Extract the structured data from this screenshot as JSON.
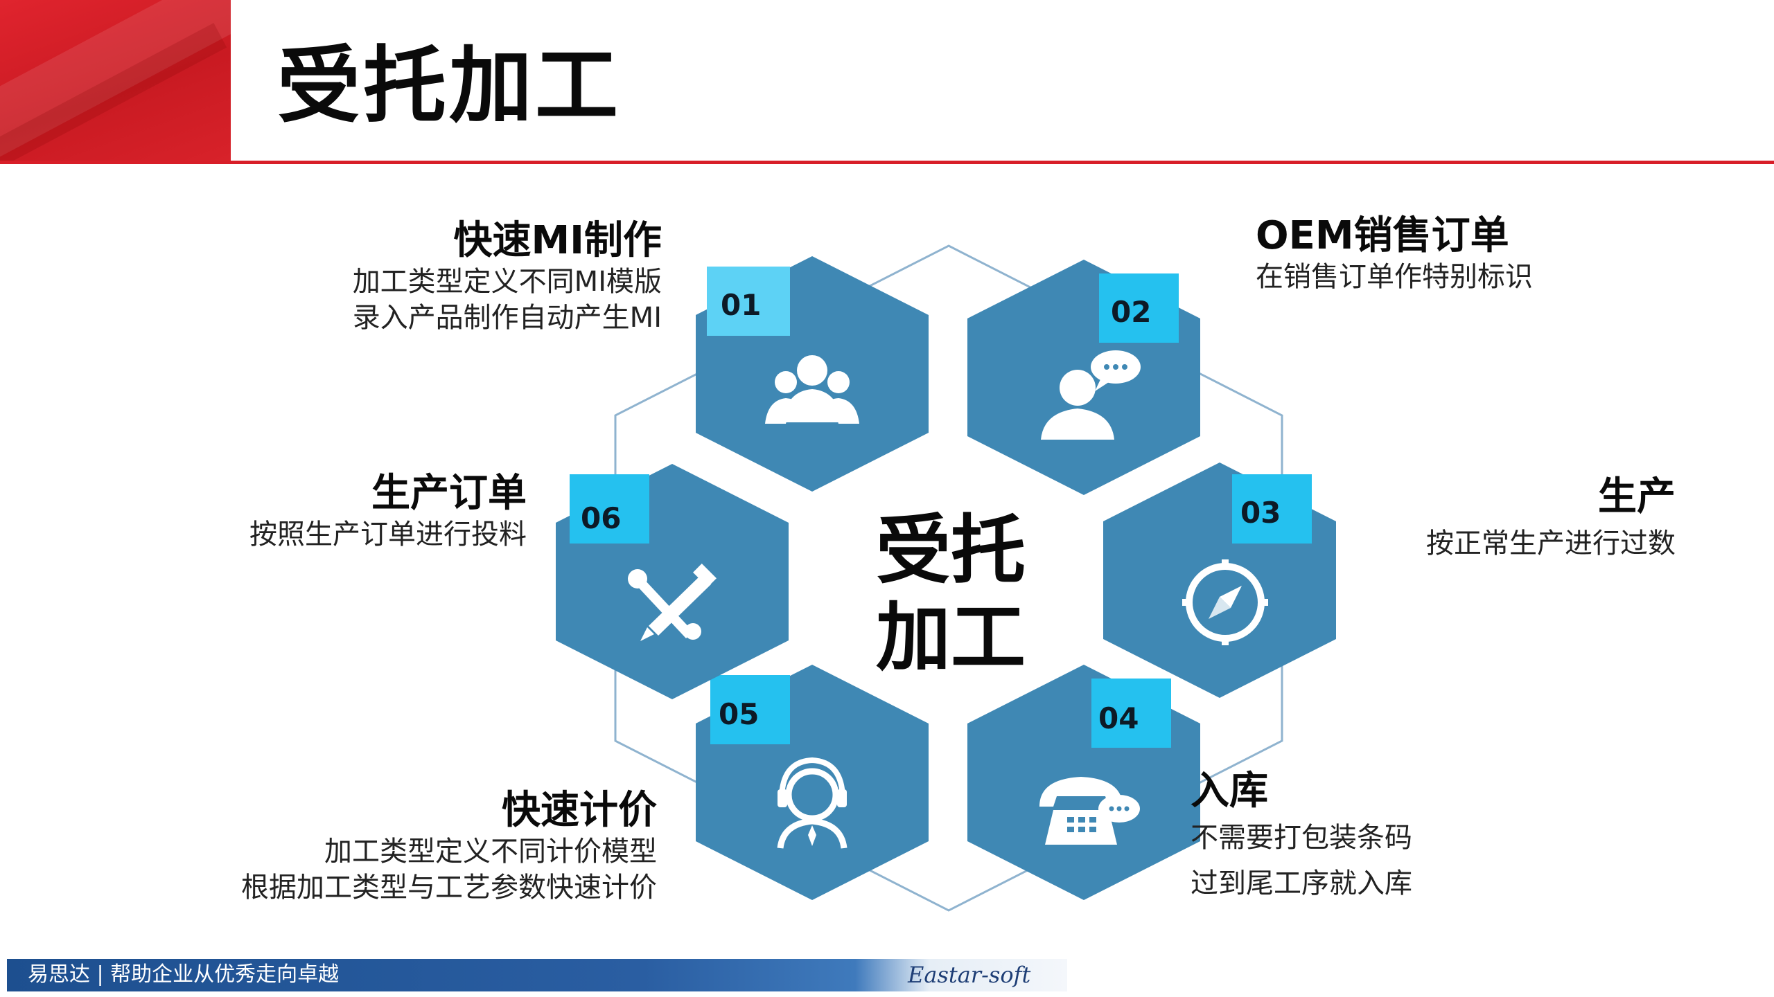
{
  "page": {
    "title": "受托加工",
    "center_label": [
      "受托",
      "加工"
    ]
  },
  "colors": {
    "header_red": "#d81e28",
    "hex_fill": "#3f88b4",
    "tab_fill": "#25c1ef",
    "outline": "#8fb3cf"
  },
  "hexagons": [
    {
      "number": "01",
      "icon": "team-icon"
    },
    {
      "number": "02",
      "icon": "customer-chat-icon"
    },
    {
      "number": "03",
      "icon": "compass-icon"
    },
    {
      "number": "04",
      "icon": "telephone-icon"
    },
    {
      "number": "05",
      "icon": "headset-agent-icon"
    },
    {
      "number": "06",
      "icon": "tools-icon"
    }
  ],
  "features": {
    "mi": {
      "title": "快速MI制作",
      "lines": [
        "加工类型定义不同MI模版",
        "录入产品制作自动产生MI"
      ]
    },
    "oem": {
      "title": "OEM销售订单",
      "lines": [
        "在销售订单作特别标识"
      ]
    },
    "prod": {
      "title": "生产",
      "lines": [
        "按正常生产进行过数"
      ]
    },
    "stock": {
      "title": "入库",
      "lines": [
        "不需要打包装条码",
        "过到尾工序就入库"
      ]
    },
    "price": {
      "title": "快速计价",
      "lines": [
        "加工类型定义不同计价模型",
        "根据加工类型与工艺参数快速计价"
      ]
    },
    "order": {
      "title": "生产订单",
      "lines": [
        "按照生产订单进行投料"
      ]
    }
  },
  "footer": {
    "left": "易思达 | 帮助企业从优秀走向卓越",
    "right": "Eastar-soft"
  }
}
